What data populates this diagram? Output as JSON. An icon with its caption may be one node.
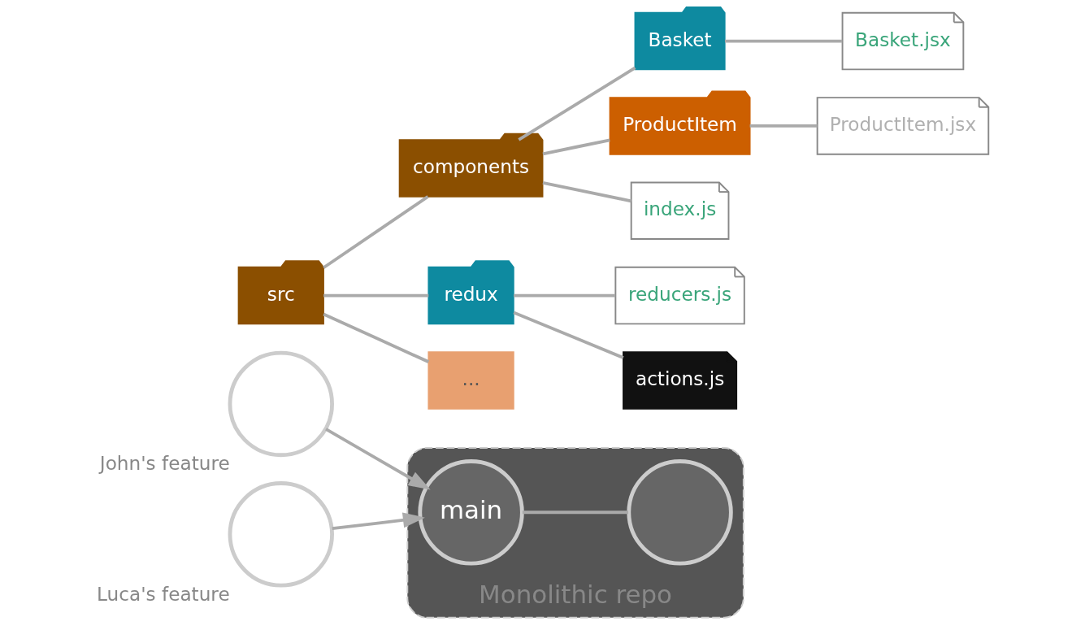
{
  "diagram": {
    "nodes": [
      {
        "text": [
          "Monolithic repo"
        ]
      },
      {
        "text": [
          "main"
        ],
        "in": 0
      },
      {
        "text": [],
        "shape": "circle",
        "in": 0
      },
      {
        "text": [],
        "shape": "circle",
        "beside": [
          "John's feature"
        ]
      },
      {
        "text": [],
        "shape": "circle",
        "beside": [
          "Luca's feature"
        ]
      },
      {
        "text": [
          "src"
        ]
      },
      {
        "text": [
          "components"
        ]
      },
      {
        "text": [
          "Basket"
        ]
      },
      {
        "text": [
          "Basket.jsx"
        ]
      },
      {
        "text": [
          "ProductItem"
        ]
      },
      {
        "text": [
          "ProductItem.jsx"
        ]
      },
      {
        "text": [
          "index.js"
        ]
      },
      {
        "text": [
          "redux"
        ]
      },
      {
        "text": [
          "reducers.js"
        ]
      },
      {
        "text": [
          "actions.js"
        ]
      },
      {
        "text": [
          "..."
        ]
      }
    ],
    "edges": [
      {
        "from": 1,
        "to": 2,
        "arrow": "none"
      },
      {
        "from": 3,
        "to": 1,
        "arrow": "to"
      },
      {
        "from": 4,
        "to": 1,
        "arrow": "to"
      },
      {
        "from": 5,
        "to": 6,
        "arrow": "none"
      },
      {
        "from": 6,
        "to": 7,
        "arrow": "none"
      },
      {
        "from": 7,
        "to": 8,
        "arrow": "none"
      },
      {
        "from": 6,
        "to": 9,
        "arrow": "none"
      },
      {
        "from": 9,
        "to": 10,
        "arrow": "none"
      },
      {
        "from": 6,
        "to": 11,
        "arrow": "none"
      },
      {
        "from": 5,
        "to": 12,
        "arrow": "none"
      },
      {
        "from": 12,
        "to": 13,
        "arrow": "none"
      },
      {
        "from": 12,
        "to": 14,
        "arrow": "none"
      },
      {
        "from": 5,
        "to": 15,
        "arrow": "none"
      }
    ]
  }
}
